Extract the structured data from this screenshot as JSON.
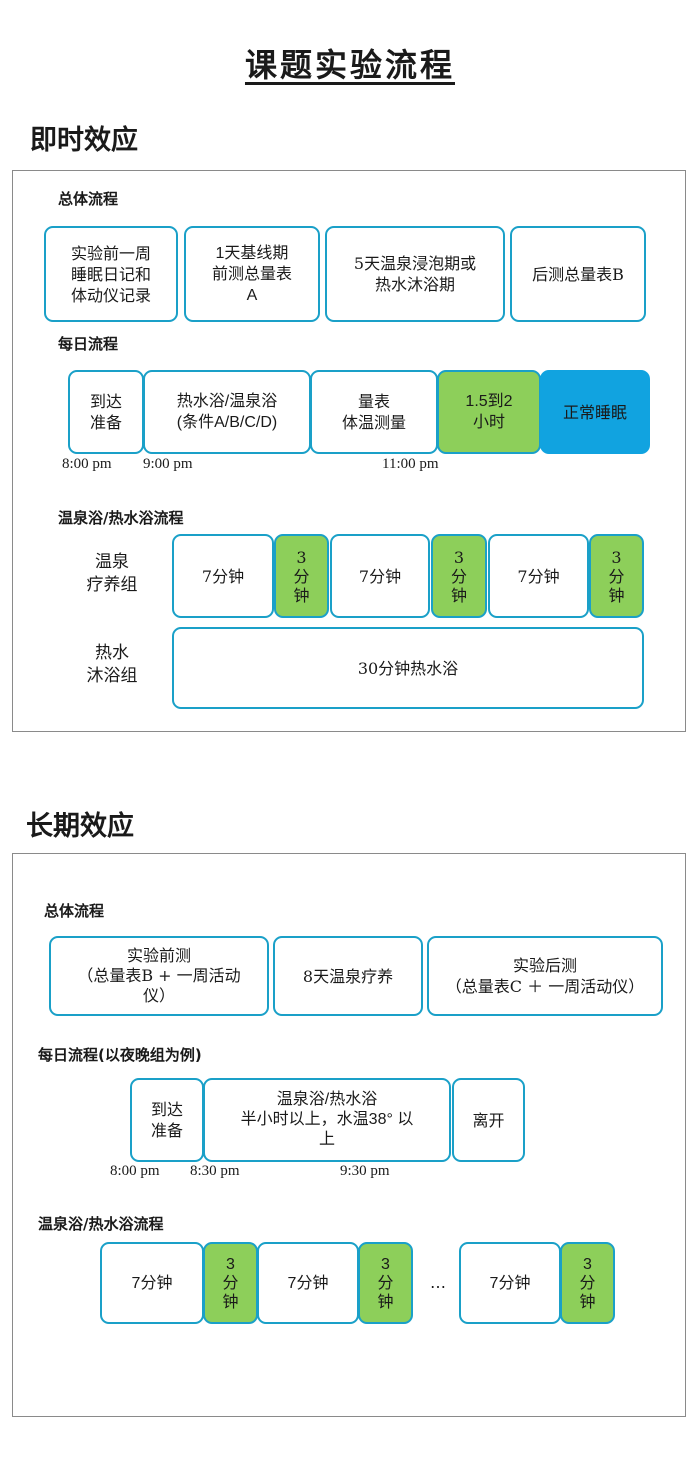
{
  "main_title": "课题实验流程",
  "sections": {
    "immediate": {
      "title": "即时效应",
      "overall_label": "总体流程",
      "overall_steps": [
        "实验前一周\n睡眠日记和\n体动仪记录",
        "1天基线期\n前测总量表\nA",
        "5天温泉浸泡期或\n热水沐浴期",
        "后测总量表B"
      ],
      "daily_label": "每日流程",
      "daily_steps": [
        "到达\n准备",
        "热水浴/温泉浴\n(条件A/B/C/D)",
        "量表\n体温测量",
        "1.5到2\n小时",
        "正常睡眠"
      ],
      "daily_times": [
        "8:00 pm",
        "9:00 pm",
        "11:00 pm"
      ],
      "bath_label": "温泉浴/热水浴流程",
      "hotspring_group": "温泉\n疗养组",
      "hotwater_group": "热水\n沐浴组",
      "hotspring_steps": [
        "7分钟",
        "3\n分\n钟",
        "7分钟",
        "3\n分\n钟",
        "7分钟",
        "3\n分\n钟"
      ],
      "hotwater_step": "30分钟热水浴"
    },
    "longterm": {
      "title": "长期效应",
      "overall_label": "总体流程",
      "overall_steps": [
        "实验前测\n（总量表B + 一周活动\n仪）",
        "8天温泉疗养",
        "实验后测\n（总量表C ＋ 一周活动仪）"
      ],
      "daily_label": "每日流程(以夜晚组为例)",
      "daily_steps": [
        "到达\n准备",
        "温泉浴/热水浴\n半小时以上，水温38° 以\n上",
        "离开"
      ],
      "daily_times": [
        "8:00 pm",
        "8:30 pm",
        "9:30 pm"
      ],
      "bath_label": "温泉浴/热水浴流程",
      "bath_steps": [
        "7分钟",
        "3\n分\n钟",
        "7分钟",
        "3\n分\n钟",
        "…",
        "7分钟",
        "3\n分\n钟"
      ]
    }
  },
  "colors": {
    "box_border": "#1aa0c8",
    "green_fill": "#8dcf5a",
    "blue_fill": "#11a3e0",
    "panel_border": "#8a8a8a"
  }
}
